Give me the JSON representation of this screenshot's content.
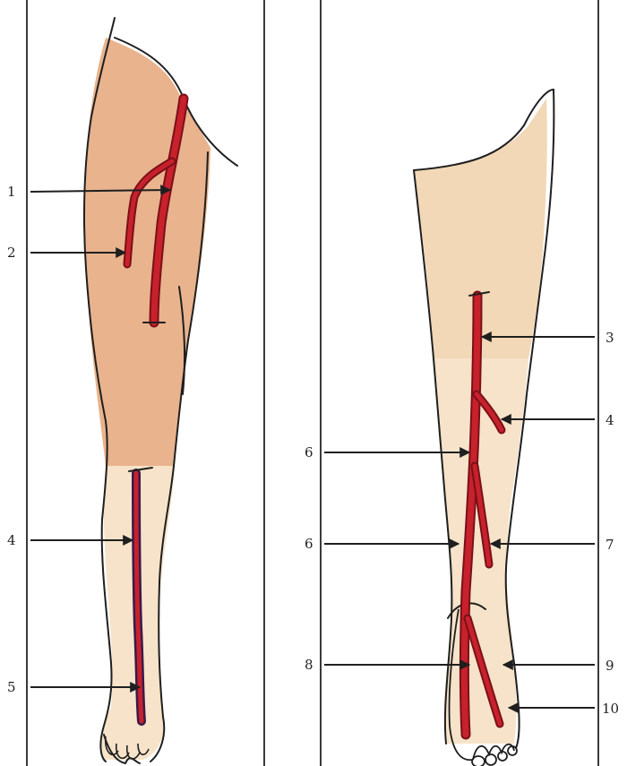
{
  "panels": {
    "left": {
      "labels": [
        {
          "key": "L1",
          "text": "1"
        },
        {
          "key": "L2",
          "text": "2"
        },
        {
          "key": "L4",
          "text": "4"
        },
        {
          "key": "L5",
          "text": "5"
        }
      ]
    },
    "right": {
      "labels": [
        {
          "key": "R3",
          "text": "3"
        },
        {
          "key": "R4",
          "text": "4"
        },
        {
          "key": "R6a",
          "text": "6"
        },
        {
          "key": "R6b",
          "text": "6"
        },
        {
          "key": "R7",
          "text": "7"
        },
        {
          "key": "R8",
          "text": "8"
        },
        {
          "key": "R9",
          "text": "9"
        },
        {
          "key": "R10",
          "text": "10"
        }
      ]
    }
  },
  "colors": {
    "skin_thigh": "#e9b38d",
    "skin_leg": "#f6e3c9",
    "artery": "#c7212c",
    "artery_dark": "#7a1018",
    "outline": "#1f1f1f",
    "frame": "#3a3a3a"
  }
}
